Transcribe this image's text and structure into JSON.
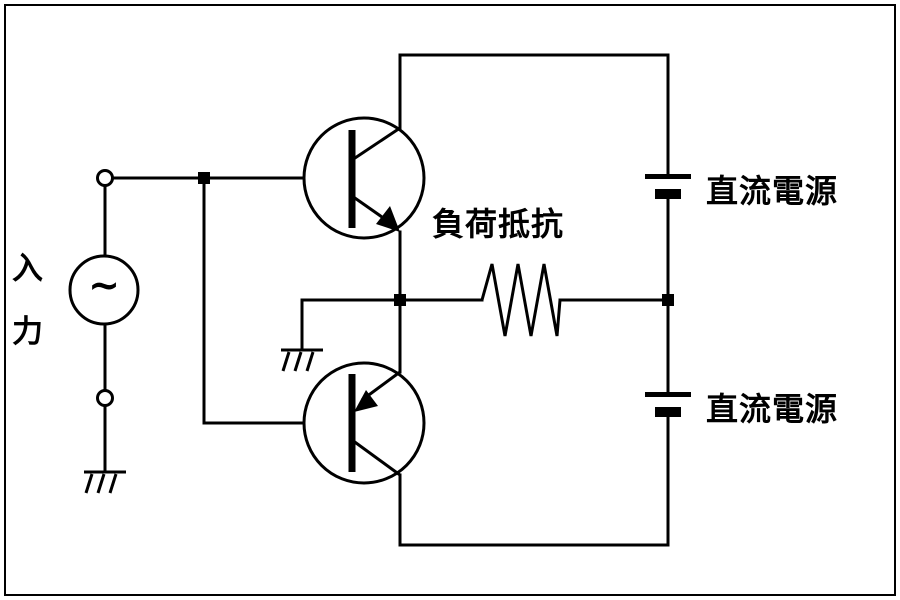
{
  "labels": {
    "input_line1": "入",
    "input_line2": "力",
    "load_resistor": "負荷抵抗",
    "dc_source_top": "直流電源",
    "dc_source_bottom": "直流電源",
    "source_symbol": "~"
  },
  "colors": {
    "line": "#000000",
    "background": "#ffffff"
  },
  "icons": [
    "ac-source-icon",
    "npn-transistor-icon",
    "pnp-transistor-icon",
    "resistor-icon",
    "battery-icon",
    "ground-icon"
  ]
}
